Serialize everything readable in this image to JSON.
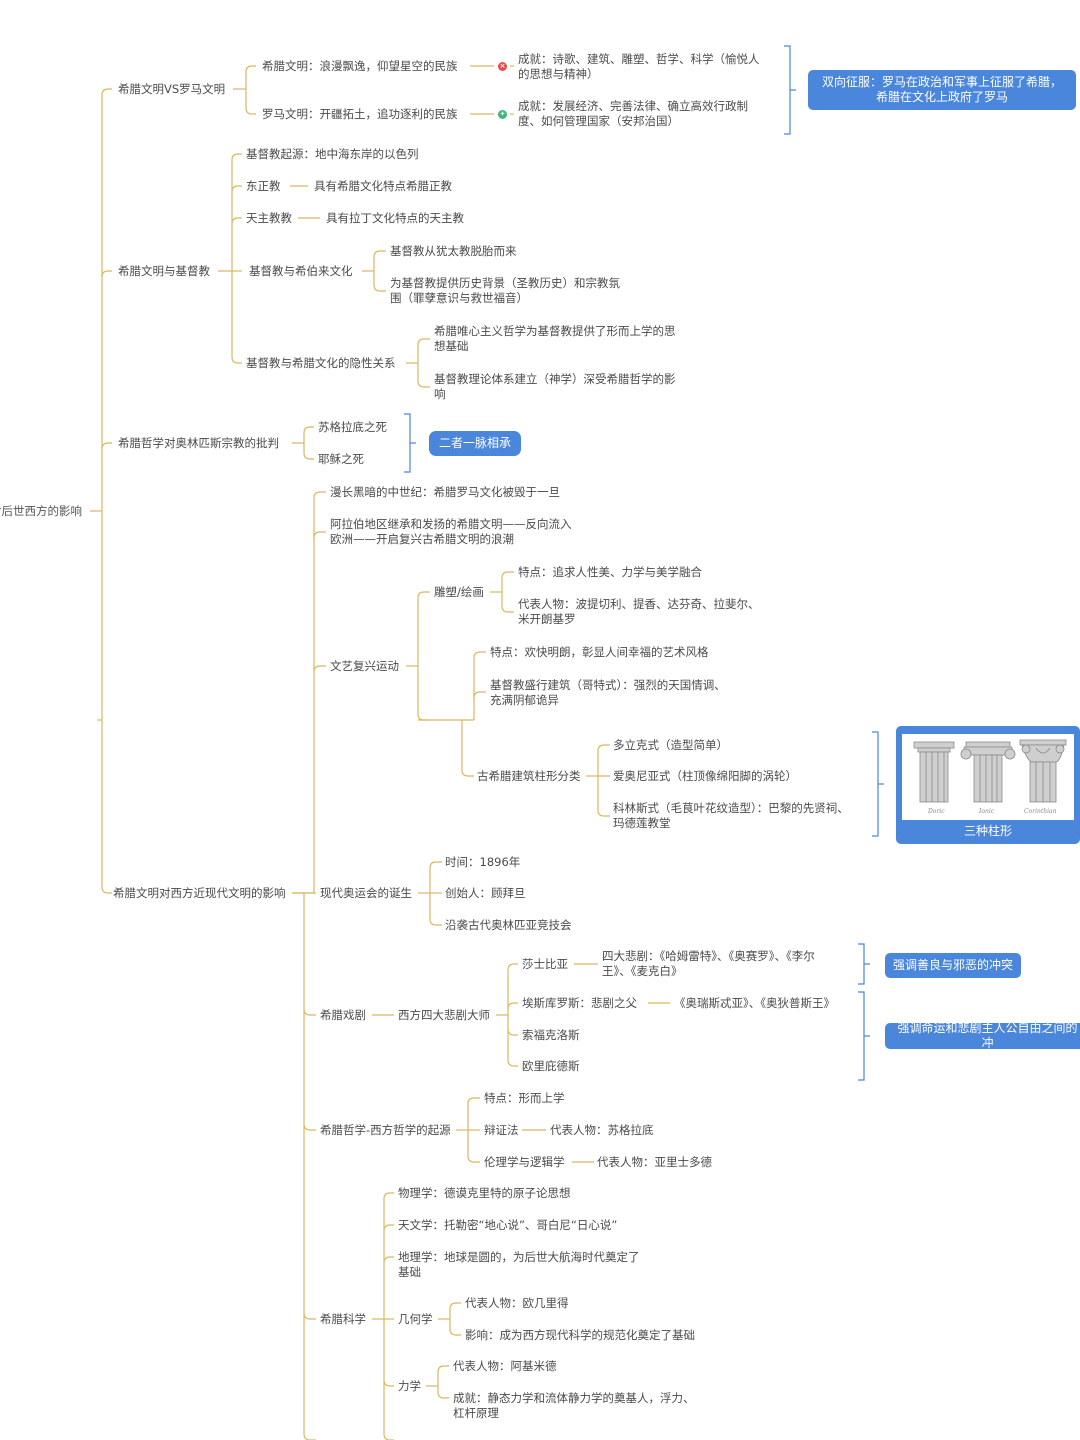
{
  "root": {
    "label": "对后世西方的影响"
  },
  "branch1": {
    "label": "希腊文明VS罗马文明",
    "greek": {
      "label": "希腊文明：浪漫飘逸，仰望星空的民族",
      "achieve_l1": "成就：诗歌、建筑、雕塑、哲学、科学（愉悦人",
      "achieve_l2": "的思想与精神）"
    },
    "roman": {
      "label": "罗马文明：开疆拓土，追功逐利的民族",
      "achieve_l1": "成就：发展经济、完善法律、确立高效行政制",
      "achieve_l2": "度、如何管理国家（安邦治国）"
    },
    "summary_l1": "双向征服：罗马在政治和军事上征服了希腊，",
    "summary_l2": "希腊在文化上政府了罗马"
  },
  "branch2": {
    "label": "希腊文明与基督教",
    "origin": "基督教起源：地中海东岸的以色列",
    "orthodox": "东正教",
    "orthodox_desc": "具有希腊文化特点希腊正教",
    "catholic": "天主教教",
    "catholic_desc": "具有拉丁文化特点的天主教",
    "hebrew": "基督教与希伯来文化",
    "hebrew_1": "基督教从犹太教脱胎而来",
    "hebrew_2_l1": "为基督教提供历史背景（圣教历史）和宗教氛",
    "hebrew_2_l2": "围（罪孽意识与救世福音）",
    "hidden": "基督教与希腊文化的隐性关系",
    "hidden_1_l1": "希腊唯心主义哲学为基督教提供了形而上学的思",
    "hidden_1_l2": "想基础",
    "hidden_2_l1": "基督教理论体系建立（神学）深受希腊哲学的影",
    "hidden_2_l2": "响"
  },
  "branch3": {
    "label": "希腊哲学对奥林匹斯宗教的批判",
    "socrates": "苏格拉底之死",
    "jesus": "耶稣之死",
    "summary": "二者一脉相承"
  },
  "branch4": {
    "label": "希腊文明对西方近现代文明的影响",
    "dark": "漫长黑暗的中世纪：希腊罗马文化被毁于一旦",
    "arab_l1": "阿拉伯地区继承和发扬的希腊文明——反向流入",
    "arab_l2": "欧洲——开启复兴古希腊文明的浪潮",
    "renaissance": "文艺复兴运动",
    "sculpture": "雕塑/绘画",
    "sculpture_feat": "特点：追求人性美、力学与美学融合",
    "sculpture_people_l1": "代表人物：波提切利、提香、达芬奇、拉斐尔、",
    "sculpture_people_l2": "米开朗基罗",
    "arch_feat": "特点：欢快明朗，彰显人间幸福的艺术风格",
    "gothic_l1": "基督教盛行建筑（哥特式）：强烈的天国情调、",
    "gothic_l2": "充满阴郁诡异",
    "columns": "古希腊建筑柱形分类",
    "doric": "多立克式（造型简单）",
    "ionic": "爱奥尼亚式（柱顶像绵阳脚的涡轮）",
    "corinth_l1": "科林斯式（毛茛叶花纹造型）：巴黎的先贤祠、",
    "corinth_l2": "玛德莲教堂",
    "columns_caption": "三种柱形",
    "col_labels": [
      "Doric",
      "Ionic",
      "Corinthian"
    ],
    "olympics": "现代奥运会的诞生",
    "oly_time": "时间：1896年",
    "oly_founder": "创始人：顾拜旦",
    "oly_follow": "沿袭古代奥林匹亚竞技会",
    "drama": "希腊戏剧",
    "tragedians": "西方四大悲剧大师",
    "shakespeare": "莎士比亚",
    "shakespeare_works_l1": "四大悲剧：《哈姆雷特》、《奥赛罗》、《李尔",
    "shakespeare_works_l2": "王》、《麦克白》",
    "shakespeare_note": "强调善良与邪恶的冲突",
    "aeschylus": "埃斯库罗斯：悲剧之父",
    "aeschylus_works": "《奥瑞斯忒亚》、《奥狄普斯王》",
    "sophocles": "索福克洛斯",
    "euripides": "欧里庇德斯",
    "greek_note": "强调命运和悲剧主人公自由之间的冲",
    "philosophy": "希腊哲学-西方哲学的起源",
    "phil_feat": "特点：形而上学",
    "dialectic": "辩证法",
    "dialectic_rep": "代表人物：苏格拉底",
    "ethics": "伦理学与逻辑学",
    "ethics_rep": "代表人物：亚里士多德",
    "science": "希腊科学",
    "physics": "物理学：德谟克里特的原子论思想",
    "astronomy": "天文学：托勒密“地心说”、哥白尼“日心说”",
    "geography_l1": "地理学：地球是圆的，为后世大航海时代奠定了",
    "geography_l2": "基础",
    "geometry": "几何学",
    "geo_rep": "代表人物：欧几里得",
    "geo_impact": "影响：成为西方现代科学的规范化奠定了基础",
    "mechanics": "力学",
    "mech_rep": "代表人物：阿基米德",
    "mech_ach_l1": "成就：静态力学和流体静力学的奠基人，浮力、",
    "mech_ach_l2": "杠杆原理"
  },
  "colors": {
    "line": "#d9b860",
    "box": "#4a86db",
    "bracket": "#4a86db"
  }
}
